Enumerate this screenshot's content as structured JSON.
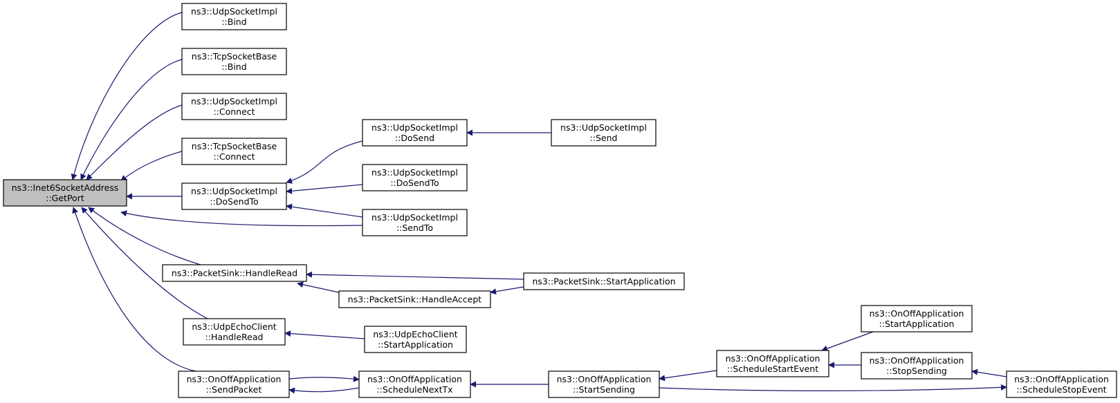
{
  "diagram": {
    "nodes": [
      {
        "id": "getport",
        "lines": [
          "ns3::Inet6SocketAddress",
          "::GetPort"
        ],
        "highlighted": true
      },
      {
        "id": "udp-bind",
        "lines": [
          "ns3::UdpSocketImpl",
          "::Bind"
        ]
      },
      {
        "id": "tcp-bind",
        "lines": [
          "ns3::TcpSocketBase",
          "::Bind"
        ]
      },
      {
        "id": "udp-connect",
        "lines": [
          "ns3::UdpSocketImpl",
          "::Connect"
        ]
      },
      {
        "id": "tcp-connect",
        "lines": [
          "ns3::TcpSocketBase",
          "::Connect"
        ]
      },
      {
        "id": "udp-dosendto-a",
        "lines": [
          "ns3::UdpSocketImpl",
          "::DoSendTo"
        ]
      },
      {
        "id": "udp-dosend",
        "lines": [
          "ns3::UdpSocketImpl",
          "::DoSend"
        ]
      },
      {
        "id": "udp-send",
        "lines": [
          "ns3::UdpSocketImpl",
          "::Send"
        ]
      },
      {
        "id": "udp-dosendto-b",
        "lines": [
          "ns3::UdpSocketImpl",
          "::DoSendTo"
        ]
      },
      {
        "id": "udp-sendto",
        "lines": [
          "ns3::UdpSocketImpl",
          "::SendTo"
        ]
      },
      {
        "id": "ps-handleread",
        "lines": [
          "ns3::PacketSink::HandleRead"
        ]
      },
      {
        "id": "ps-handleaccept",
        "lines": [
          "ns3::PacketSink::HandleAccept"
        ]
      },
      {
        "id": "ps-startapp",
        "lines": [
          "ns3::PacketSink::StartApplication"
        ]
      },
      {
        "id": "uec-handleread",
        "lines": [
          "ns3::UdpEchoClient",
          "::HandleRead"
        ]
      },
      {
        "id": "uec-startapp",
        "lines": [
          "ns3::UdpEchoClient",
          "::StartApplication"
        ]
      },
      {
        "id": "ooa-sendpacket",
        "lines": [
          "ns3::OnOffApplication",
          "::SendPacket"
        ]
      },
      {
        "id": "ooa-schednexttx",
        "lines": [
          "ns3::OnOffApplication",
          "::ScheduleNextTx"
        ]
      },
      {
        "id": "ooa-startsending",
        "lines": [
          "ns3::OnOffApplication",
          "::StartSending"
        ]
      },
      {
        "id": "ooa-schedstartevent",
        "lines": [
          "ns3::OnOffApplication",
          "::ScheduleStartEvent"
        ]
      },
      {
        "id": "ooa-startapp",
        "lines": [
          "ns3::OnOffApplication",
          "::StartApplication"
        ]
      },
      {
        "id": "ooa-stopsending",
        "lines": [
          "ns3::OnOffApplication",
          "::StopSending"
        ]
      },
      {
        "id": "ooa-schedstopevent",
        "lines": [
          "ns3::OnOffApplication",
          "::ScheduleStopEvent"
        ]
      }
    ],
    "edges": [
      {
        "from": "udp-bind",
        "to": "getport"
      },
      {
        "from": "tcp-bind",
        "to": "getport"
      },
      {
        "from": "udp-connect",
        "to": "getport"
      },
      {
        "from": "tcp-connect",
        "to": "getport"
      },
      {
        "from": "udp-dosendto-a",
        "to": "getport"
      },
      {
        "from": "udp-sendto",
        "to": "getport"
      },
      {
        "from": "ps-handleread",
        "to": "getport"
      },
      {
        "from": "uec-handleread",
        "to": "getport"
      },
      {
        "from": "ooa-sendpacket",
        "to": "getport"
      },
      {
        "from": "udp-dosend",
        "to": "udp-dosendto-a"
      },
      {
        "from": "udp-dosendto-b",
        "to": "udp-dosendto-a"
      },
      {
        "from": "udp-sendto",
        "to": "udp-dosendto-a"
      },
      {
        "from": "udp-send",
        "to": "udp-dosend"
      },
      {
        "from": "ps-startapp",
        "to": "ps-handleread"
      },
      {
        "from": "ps-handleaccept",
        "to": "ps-handleread"
      },
      {
        "from": "ps-startapp",
        "to": "ps-handleaccept"
      },
      {
        "from": "uec-startapp",
        "to": "uec-handleread"
      },
      {
        "from": "ooa-schednexttx",
        "to": "ooa-sendpacket"
      },
      {
        "from": "ooa-sendpacket",
        "to": "ooa-schednexttx"
      },
      {
        "from": "ooa-startsending",
        "to": "ooa-schednexttx"
      },
      {
        "from": "ooa-schedstartevent",
        "to": "ooa-startsending"
      },
      {
        "from": "ooa-startapp",
        "to": "ooa-schedstartevent"
      },
      {
        "from": "ooa-stopsending",
        "to": "ooa-schedstartevent"
      },
      {
        "from": "ooa-schedstopevent",
        "to": "ooa-stopsending"
      },
      {
        "from": "ooa-startsending",
        "to": "ooa-schedstopevent"
      }
    ],
    "colors": {
      "edge": "#191970",
      "highlight_fill": "#bfbfbf",
      "node_fill": "#ffffff",
      "border": "#000000"
    }
  }
}
